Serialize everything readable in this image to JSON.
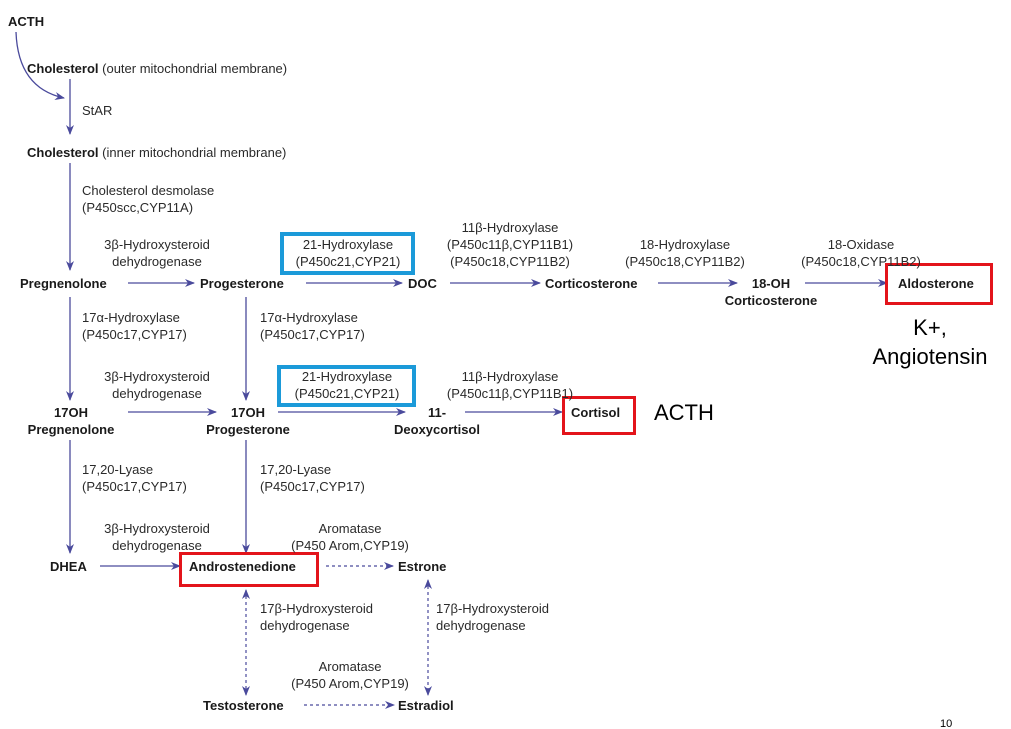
{
  "compounds": {
    "acth_top": "ACTH",
    "chol_outer": "Cholesterol",
    "chol_outer_note": "(outer mitochondrial membrane)",
    "chol_inner": "Cholesterol",
    "chol_inner_note": "(inner mitochondrial membrane)",
    "pregnenolone": "Pregnenolone",
    "progesterone": "Progesterone",
    "doc": "DOC",
    "corticosterone": "Corticosterone",
    "oh18_1": "18-OH",
    "oh18_2": "Corticosterone",
    "aldosterone": "Aldosterone",
    "oh17preg_1": "17OH",
    "oh17preg_2": "Pregnenolone",
    "oh17prog_1": "17OH",
    "oh17prog_2": "Progesterone",
    "deoxy_1": "11-",
    "deoxy_2": "Deoxycortisol",
    "cortisol": "Cortisol",
    "dhea": "DHEA",
    "androstenedione": "Androstenedione",
    "estrone": "Estrone",
    "testosterone": "Testosterone",
    "estradiol": "Estradiol"
  },
  "enzymes": {
    "star": "StAR",
    "desmolase": [
      "Cholesterol desmolase",
      "(P450scc,CYP11A)"
    ],
    "hsd3b_1": [
      "3β-Hydroxysteroid",
      "dehydrogenase"
    ],
    "hyd21_1": [
      "21-Hydroxylase",
      "(P450c21,CYP21)"
    ],
    "hyd11b_1": [
      "11β-Hydroxylase",
      "(P450c11β,CYP11B1)",
      "(P450c18,CYP11B2)"
    ],
    "hyd18": [
      "18-Hydroxylase",
      "(P450c18,CYP11B2)"
    ],
    "ox18": [
      "18-Oxidase",
      "(P450c18,CYP11B2)"
    ],
    "hyd17a_1": [
      "17α-Hydroxylase",
      "(P450c17,CYP17)"
    ],
    "hyd17a_2": [
      "17α-Hydroxylase",
      "(P450c17,CYP17)"
    ],
    "hsd3b_2": [
      "3β-Hydroxysteroid",
      "dehydrogenase"
    ],
    "hyd21_2": [
      "21-Hydroxylase",
      "(P450c21,CYP21)"
    ],
    "hyd11b_2": [
      "11β-Hydroxylase",
      "(P450c11β,CYP11B1)"
    ],
    "lyase_1": [
      "17,20-Lyase",
      "(P450c17,CYP17)"
    ],
    "lyase_2": [
      "17,20-Lyase",
      "(P450c17,CYP17)"
    ],
    "hsd3b_3": [
      "3β-Hydroxysteroid",
      "dehydrogenase"
    ],
    "arom_1": [
      "Aromatase",
      "(P450 Arom,CYP19)"
    ],
    "hsd17b_1": [
      "17β-Hydroxysteroid",
      "dehydrogenase"
    ],
    "hsd17b_2": [
      "17β-Hydroxysteroid",
      "dehydrogenase"
    ],
    "arom_2": [
      "Aromatase",
      "(P450 Arom,CYP19)"
    ]
  },
  "annotations": {
    "aldo_reg_1": "K+,",
    "aldo_reg_2": "Angiotensin",
    "cortisol_reg": "ACTH"
  },
  "page_number": "10",
  "colors": {
    "arrow": "#4a4a9c",
    "highlight_red": "#e3141b",
    "highlight_blue": "#1b9ad9"
  }
}
